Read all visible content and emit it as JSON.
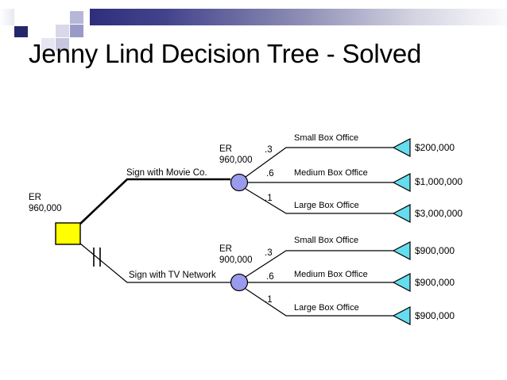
{
  "slide": {
    "title": "Jenny Lind Decision Tree - Solved",
    "background_color": "#ffffff",
    "header_gradient_from": "#2e2e7d",
    "header_gradient_to": "#ffffff"
  },
  "decoration": {
    "squares": [
      {
        "name": "deco-square-navy-small",
        "color": "#26266b"
      },
      {
        "name": "deco-square-lavender-1",
        "color": "#b6b6d8"
      },
      {
        "name": "deco-square-lavender-2",
        "color": "#9a9ac8"
      },
      {
        "name": "deco-square-pale-1",
        "color": "#d8d8ea"
      },
      {
        "name": "deco-square-pale-2",
        "color": "#c6c6e0"
      }
    ]
  },
  "chart_data": {
    "type": "diagram",
    "diagram_type": "decision-tree",
    "title": "Jenny Lind Decision Tree - Solved",
    "root": {
      "node_type": "decision",
      "shape": "square",
      "color": "#ffff00",
      "er_label": "ER",
      "er_value": "960,000"
    },
    "branches": [
      {
        "label": "Sign with Movie Co.",
        "selected": true,
        "pruned": false,
        "node_type": "chance",
        "shape": "circle",
        "color": "#9a9aee",
        "er_label": "ER",
        "er_value": "960,000",
        "outcomes": [
          {
            "name": "Small Box Office",
            "probability": ".3",
            "payoff": "$200,000"
          },
          {
            "name": "Medium Box Office",
            "probability": ".6",
            "payoff": "$1,000,000"
          },
          {
            "name": "Large Box Office",
            "probability": ".1",
            "payoff": "$3,000,000"
          }
        ]
      },
      {
        "label": "Sign with TV Network",
        "selected": false,
        "pruned": true,
        "node_type": "chance",
        "shape": "circle",
        "color": "#9a9aee",
        "er_label": "ER",
        "er_value": "900,000",
        "outcomes": [
          {
            "name": "Small Box Office",
            "probability": ".3",
            "payoff": "$900,000"
          },
          {
            "name": "Medium Box Office",
            "probability": ".6",
            "payoff": "$900,000"
          },
          {
            "name": "Large Box Office",
            "probability": ".1",
            "payoff": "$900,000"
          }
        ]
      }
    ],
    "terminal_node_color": "#66ddee",
    "terminal_node_shape": "triangle"
  }
}
